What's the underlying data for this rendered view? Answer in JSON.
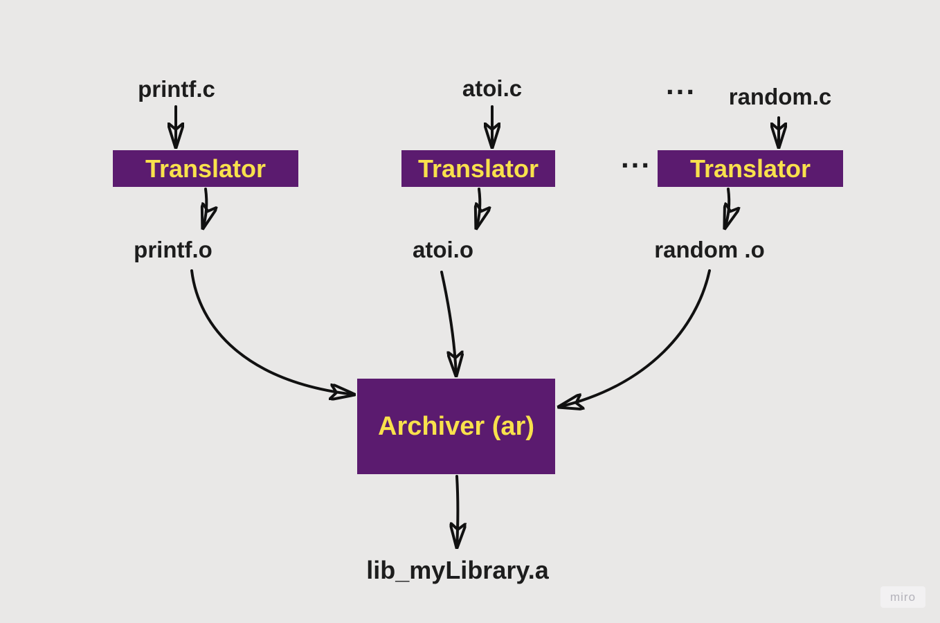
{
  "colors": {
    "background": "#e9e8e7",
    "box-purple": "#5b1b6f",
    "box-label-yellow": "#f8e14c",
    "text-dark": "#1d1d1d",
    "arrow-black": "#111111",
    "watermark-bg": "#f2f1f2",
    "watermark-text": "#b3b2ba"
  },
  "diagram": {
    "columns": [
      {
        "source": "printf.c",
        "translator": "Translator",
        "object": "printf.o"
      },
      {
        "source": "atoi.c",
        "translator": "Translator",
        "object": "atoi.o"
      },
      {
        "source": "random.c",
        "translator": "Translator",
        "object": "random .o"
      }
    ],
    "ellipsis_top": "...",
    "ellipsis_middle": "...",
    "archiver_label": "Archiver (ar)",
    "output_label": "lib_myLibrary.a"
  },
  "watermark": {
    "label": "miro"
  }
}
